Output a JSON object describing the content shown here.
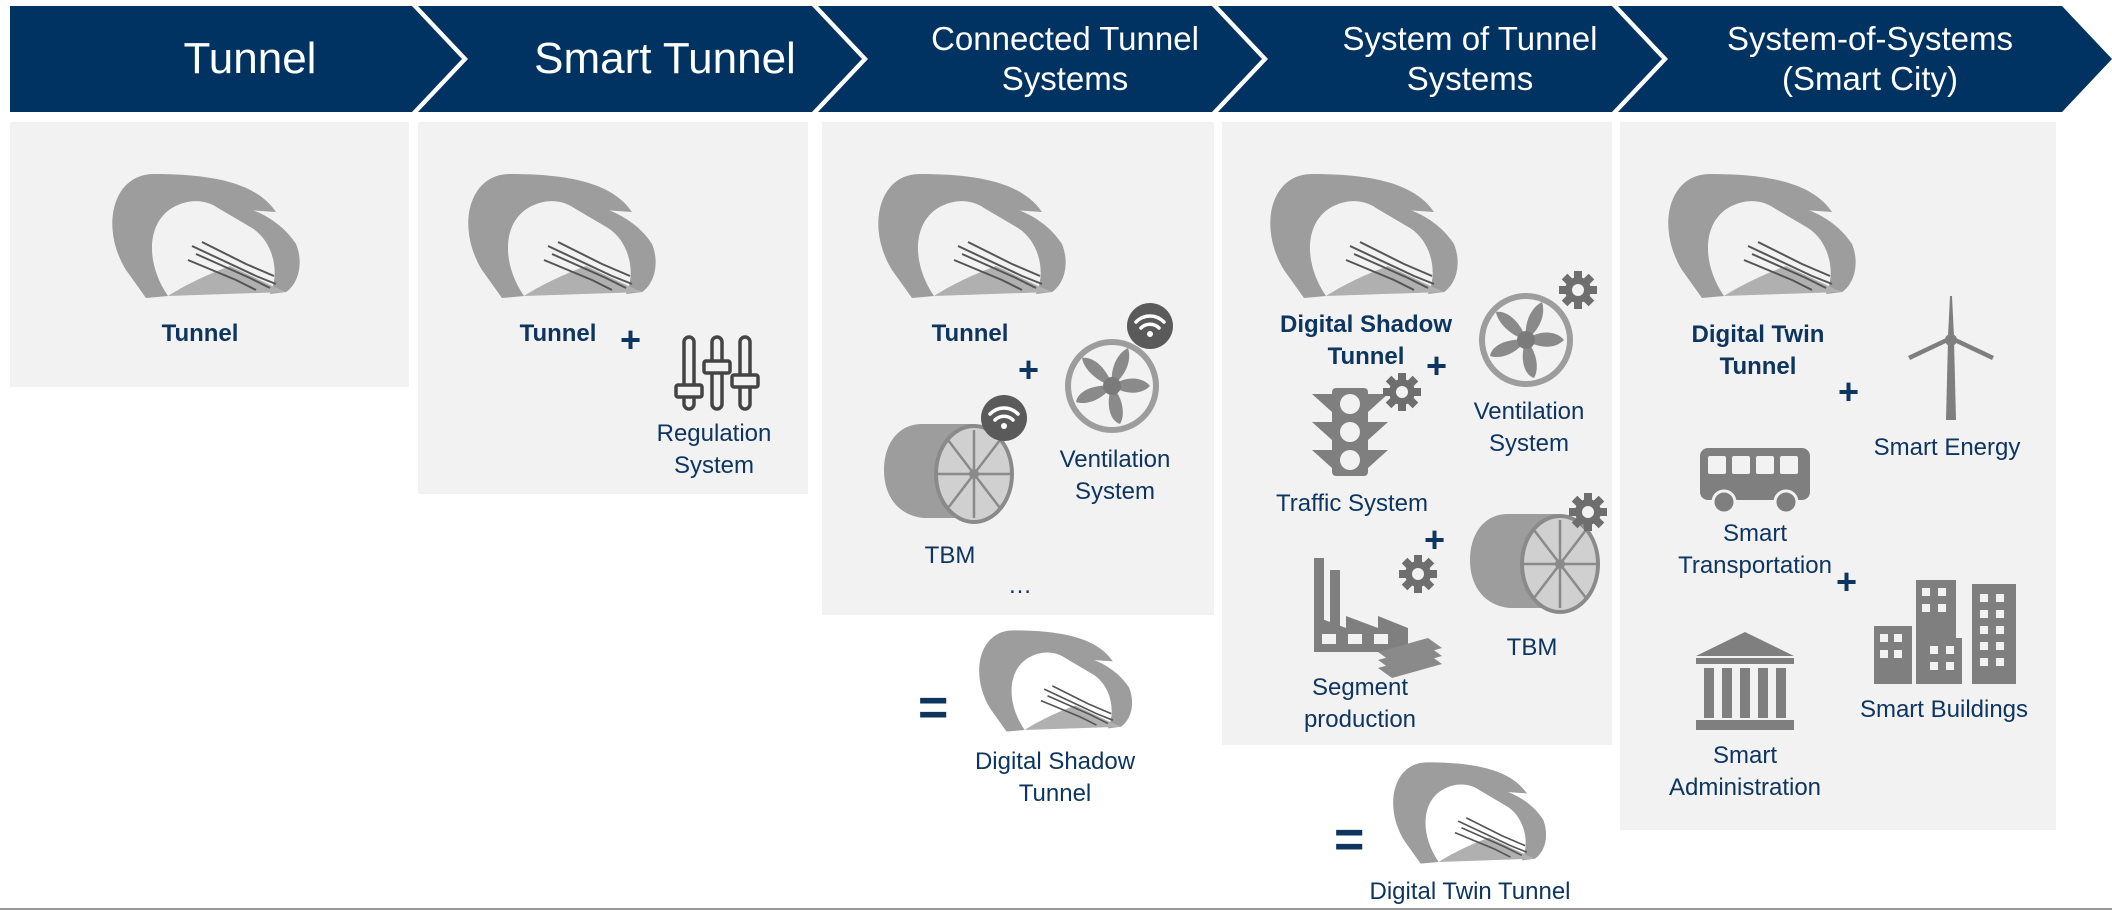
{
  "colors": {
    "header": "#003361",
    "panel": "#f2f2f2",
    "icon": "#9d9d9d",
    "text": "#0e3560"
  },
  "stages": [
    {
      "title": "Tunnel"
    },
    {
      "title": "Smart Tunnel"
    },
    {
      "title": "Connected Tunnel Systems"
    },
    {
      "title": "System of Tunnel Systems"
    },
    {
      "title": "System-of-Systems (Smart City)"
    }
  ],
  "col1": {
    "tunnel": "Tunnel"
  },
  "col2": {
    "tunnel": "Tunnel",
    "plus": "+",
    "regulation": [
      "Regulation",
      "System"
    ]
  },
  "col3": {
    "tunnel": "Tunnel",
    "plus": "+",
    "ventilation": [
      "Ventilation",
      "System"
    ],
    "tbm": "TBM",
    "ellipsis": "…",
    "equals": "=",
    "result": [
      "Digital Shadow",
      "Tunnel"
    ]
  },
  "col4": {
    "shadow": [
      "Digital Shadow",
      "Tunnel"
    ],
    "plus": "+",
    "ventilation": [
      "Ventilation",
      "System"
    ],
    "traffic": "Traffic System",
    "plus2": "+",
    "segment": [
      "Segment",
      "production"
    ],
    "tbm": "TBM",
    "equals": "=",
    "result": "Digital Twin Tunnel"
  },
  "col5": {
    "twin": [
      "Digital Twin",
      "Tunnel"
    ],
    "plus": "+",
    "energy": "Smart Energy",
    "transport": [
      "Smart",
      "Transportation"
    ],
    "plus2": "+",
    "buildings": "Smart Buildings",
    "administration": [
      "Smart",
      "Administration"
    ]
  },
  "icons": [
    "tunnel-icon",
    "regulation-sliders-icon",
    "fan-icon",
    "wifi-badge-icon",
    "tbm-cutterhead-icon",
    "gear-icon",
    "traffic-light-icon",
    "factory-icon",
    "wind-turbine-icon",
    "bus-icon",
    "buildings-icon",
    "government-building-icon"
  ]
}
